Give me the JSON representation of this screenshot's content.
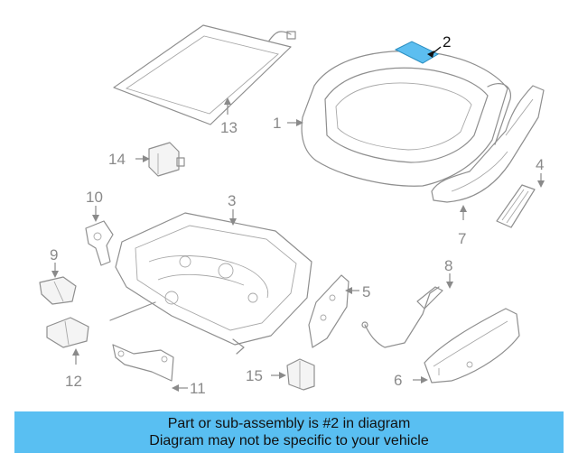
{
  "diagram": {
    "highlight_color": "#5cbef0",
    "callouts": {
      "c1": "1",
      "c2": "2",
      "c3": "3",
      "c4": "4",
      "c5": "5",
      "c6": "6",
      "c7": "7",
      "c8": "8",
      "c9": "9",
      "c10": "10",
      "c11": "11",
      "c12": "12",
      "c13": "13",
      "c14": "14",
      "c15": "15"
    }
  },
  "banner": {
    "line1": "Part or sub-assembly is #2 in diagram",
    "line2": "Diagram may not be specific to your vehicle",
    "color": "#59bff2"
  }
}
